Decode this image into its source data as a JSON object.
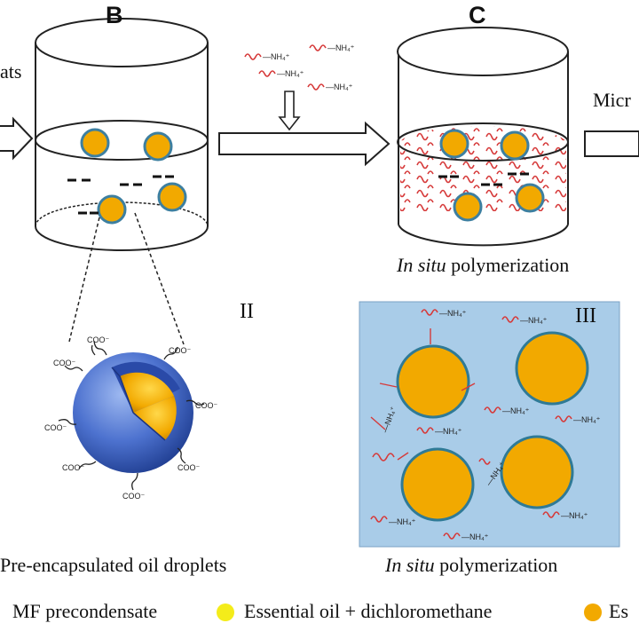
{
  "panels": {
    "b_letter": "B",
    "c_letter": "C",
    "ii_label": "II",
    "iii_label": "III"
  },
  "labels": {
    "left_cut": "ats",
    "right_cut": "Micr",
    "in_situ_italic": "In situ",
    "in_situ_rest": "polymerization",
    "pre_encapsulated": "Pre-encapsulated oil droplets",
    "in_situ_bottom_italic": "In situ",
    "in_situ_bottom_rest": "polymerization",
    "nh4": "NH₄⁺",
    "coo": "COO⁻"
  },
  "legend": {
    "items": [
      {
        "label": "MF precondensate",
        "color": "#3a63c7"
      },
      {
        "label": "Essential oil + dichloromethane",
        "color": "#f4ec1a"
      },
      {
        "label": "Es",
        "color": "#f2a900"
      }
    ]
  },
  "colors": {
    "droplet_fill": "#f2a900",
    "droplet_edge": "#3d7fa0",
    "panel_bg": "#a9cce8",
    "chain": "#d63a3a",
    "shell": "#3a63c7"
  }
}
